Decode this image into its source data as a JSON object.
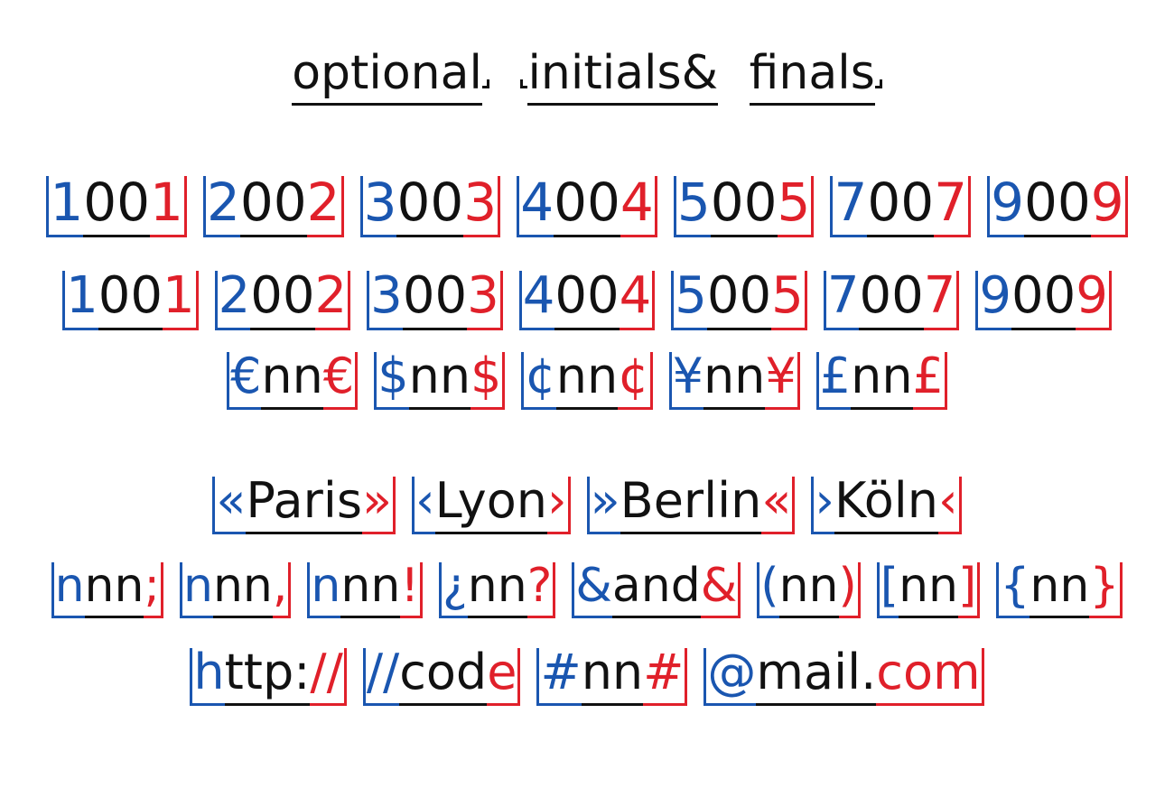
{
  "title": {
    "word1": "optional",
    "word2a": "initials",
    "word2b": "&",
    "word3": "finals"
  },
  "colors": {
    "initial": "#1a56b0",
    "final": "#e0202a",
    "text": "#111111"
  },
  "lining": [
    {
      "ini": "1",
      "mid": "00",
      "fin": "1"
    },
    {
      "ini": "2",
      "mid": "00",
      "fin": "2"
    },
    {
      "ini": "3",
      "mid": "00",
      "fin": "3"
    },
    {
      "ini": "4",
      "mid": "00",
      "fin": "4"
    },
    {
      "ini": "5",
      "mid": "00",
      "fin": "5"
    },
    {
      "ini": "7",
      "mid": "00",
      "fin": "7"
    },
    {
      "ini": "9",
      "mid": "00",
      "fin": "9"
    }
  ],
  "oldstyle": [
    {
      "ini": "1",
      "mid": "00",
      "fin": "1"
    },
    {
      "ini": "2",
      "mid": "00",
      "fin": "2"
    },
    {
      "ini": "3",
      "mid": "00",
      "fin": "3"
    },
    {
      "ini": "4",
      "mid": "00",
      "fin": "4"
    },
    {
      "ini": "5",
      "mid": "00",
      "fin": "5"
    },
    {
      "ini": "7",
      "mid": "00",
      "fin": "7"
    },
    {
      "ini": "9",
      "mid": "00",
      "fin": "9"
    }
  ],
  "currency": [
    {
      "ini": "€",
      "mid": "nn",
      "fin": "€"
    },
    {
      "ini": "$",
      "mid": "nn",
      "fin": "$"
    },
    {
      "ini": "¢",
      "mid": "nn",
      "fin": "¢"
    },
    {
      "ini": "¥",
      "mid": "nn",
      "fin": "¥"
    },
    {
      "ini": "£",
      "mid": "nn",
      "fin": "£"
    }
  ],
  "quotes": [
    {
      "ini": "«",
      "mid": "Paris",
      "fin": "»"
    },
    {
      "ini": "‹",
      "mid": "Lyon",
      "fin": "›"
    },
    {
      "ini": "»",
      "mid": "Berlin",
      "fin": "«"
    },
    {
      "ini": "›",
      "mid": "Köln",
      "fin": "‹"
    }
  ],
  "punct": [
    {
      "ini": "n",
      "mid": "nn",
      "fin": ";"
    },
    {
      "ini": "n",
      "mid": "nn",
      "fin": ","
    },
    {
      "ini": "n",
      "mid": "nn",
      "fin": "!"
    },
    {
      "ini": "¿",
      "mid": "nn",
      "fin": "?"
    },
    {
      "ini": "&",
      "mid": "and",
      "fin": "&"
    },
    {
      "ini": "(",
      "mid": "nn",
      "fin": ")"
    },
    {
      "ini": "[",
      "mid": "nn",
      "fin": "]"
    },
    {
      "ini": "{",
      "mid": "nn",
      "fin": "}"
    }
  ],
  "web": [
    {
      "ini": "h",
      "mid": "ttp:",
      "fin": "//"
    },
    {
      "ini": "//",
      "mid": "cod",
      "fin": "e"
    },
    {
      "ini": "#",
      "mid": "nn",
      "fin": "#"
    },
    {
      "ini": "@",
      "mid": "mail.",
      "fin": "com"
    }
  ]
}
